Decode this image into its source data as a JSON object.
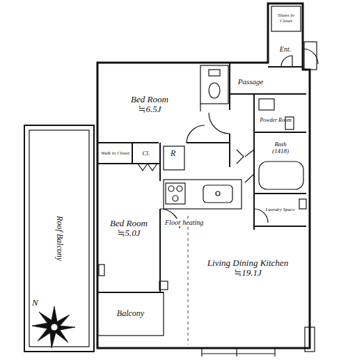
{
  "diagram": {
    "nodes": [
      {
        "text": [
          "Shoes in Closet"
        ]
      },
      {
        "text": [
          "Ent."
        ]
      },
      {
        "text": [
          "Bed Room",
          "≒6.5J"
        ]
      },
      {
        "text": [
          "Passage"
        ]
      },
      {
        "text": [
          "Powder Room"
        ]
      },
      {
        "text": [
          "Bath",
          "(1418)"
        ]
      },
      {
        "text": [
          "Walk in Closet"
        ]
      },
      {
        "text": [
          "Cl."
        ]
      },
      {
        "text": [
          "Roof Balcony"
        ]
      },
      {
        "text": [
          "Bed Room",
          "≒5.0J"
        ]
      },
      {
        "text": [
          "Laundry Space"
        ]
      },
      {
        "text": [
          "Living Dining Kitchen",
          "≒19.1J"
        ]
      },
      {
        "text": [
          "Balcony"
        ]
      }
    ],
    "labels": [
      "R",
      "Floor heating",
      "N"
    ]
  }
}
